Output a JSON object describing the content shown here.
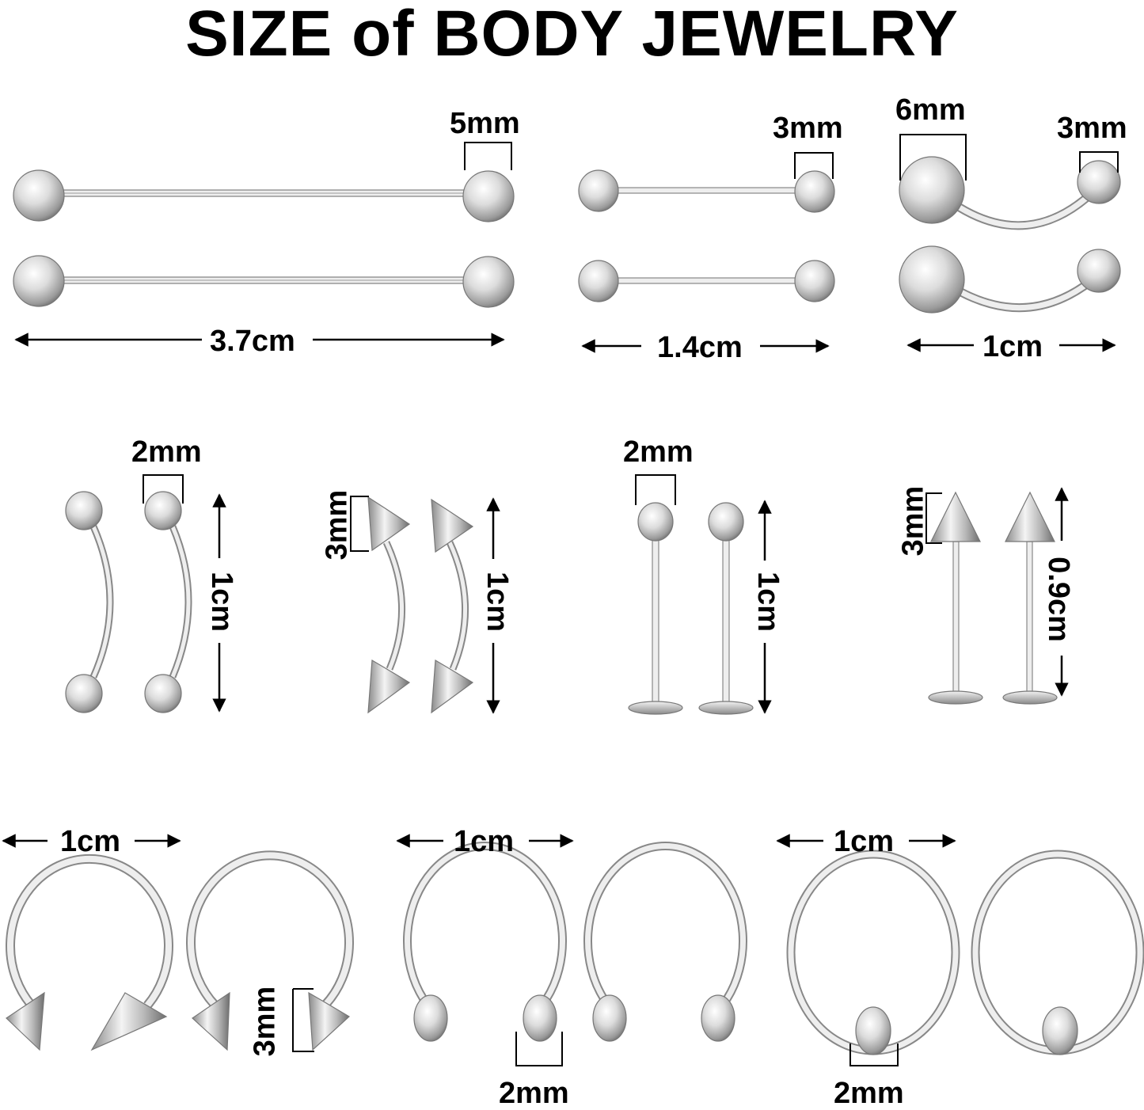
{
  "title": "SIZE of BODY JEWELRY",
  "colors": {
    "background": "#ffffff",
    "text": "#000000",
    "metal": "#c8c8c8",
    "metal_dark": "#7a7a7a"
  },
  "sections": [
    {
      "id": "industrial-barbell",
      "labels": {
        "ball": "5mm",
        "length": "3.7cm"
      }
    },
    {
      "id": "straight-barbell",
      "labels": {
        "ball": "3mm",
        "length": "1.4cm"
      }
    },
    {
      "id": "belly-ring",
      "labels": {
        "big_ball": "6mm",
        "small_ball": "3mm",
        "length": "1cm"
      }
    },
    {
      "id": "curved-barbell-ball",
      "labels": {
        "ball": "2mm",
        "length": "1cm"
      }
    },
    {
      "id": "curved-barbell-spike",
      "labels": {
        "spike": "3mm",
        "length": "1cm"
      }
    },
    {
      "id": "labret-ball",
      "labels": {
        "ball": "2mm",
        "length": "1cm"
      }
    },
    {
      "id": "labret-spike",
      "labels": {
        "spike": "3mm",
        "length": "0.9cm"
      }
    },
    {
      "id": "horseshoe-spike",
      "labels": {
        "width": "1cm",
        "spike": "3mm"
      }
    },
    {
      "id": "horseshoe-ball",
      "labels": {
        "width": "1cm",
        "ball": "2mm"
      }
    },
    {
      "id": "captive-bead-ring",
      "labels": {
        "width": "1cm",
        "ball": "2mm"
      }
    }
  ]
}
